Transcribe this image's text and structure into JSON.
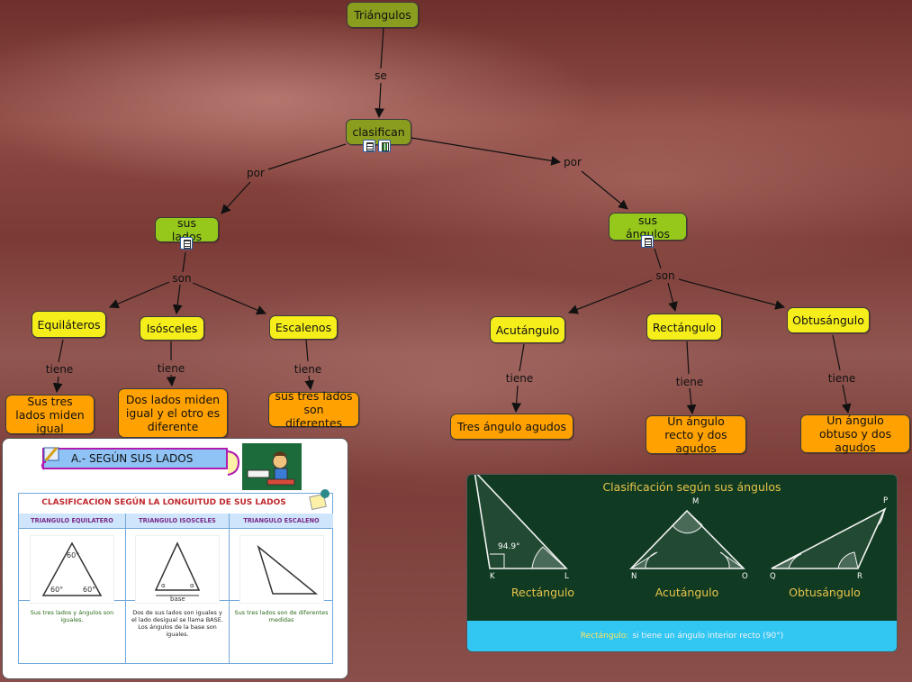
{
  "map": {
    "root": "Triángulos",
    "link_se": "se",
    "clasifican": "clasifican",
    "link_por_left": "por",
    "link_por_right": "por",
    "sus_lados": "sus lados",
    "sus_angulos": "sus ángulos",
    "link_son_left": "son",
    "link_son_right": "son",
    "equilateros": "Equiláteros",
    "isosceles": "Isósceles",
    "escalenos": "Escalenos",
    "acutangulo": "Acutángulo",
    "rectangulo": "Rectángulo",
    "obtusangulo": "Obtusángulo",
    "tiene": "tiene",
    "eq_desc": "Sus tres lados miden igual",
    "iso_desc": "Dos lados miden igual y el otro es diferente",
    "esc_desc": "sus tres lados son diferentes",
    "acu_desc": "Tres ángulo agudos",
    "rect_desc": "Un ángulo recto y dos agudos",
    "obt_desc": "Un ángulo obtuso y dos agudos"
  },
  "left_panel": {
    "banner": "A.- SEGÚN SUS LADOS",
    "caption": "CLASIFICACION SEGÚN LA LONGUITUD DE SUS LADOS",
    "columns": [
      {
        "header": "TRIANGULO EQUILATERO",
        "desc": "Sus tres lados y ángulos son iguales.",
        "angles": [
          "60°",
          "60°",
          "60°"
        ]
      },
      {
        "header": "TRIANGULO ISOSCELES",
        "desc": "Dos de sus lados son iguales y el lado desigual se llama BASE. Los ángulos de la base son iguales.",
        "base_label": "base",
        "angle_label": "α"
      },
      {
        "header": "TRIANGULO ESCALENO",
        "desc": "Sus tres lados son de diferentes medidas"
      }
    ]
  },
  "right_panel": {
    "title": "Clasificación según sus ángulos",
    "angle_value": "94.9°",
    "vertices": [
      "K",
      "L",
      "M",
      "N",
      "O",
      "P",
      "Q",
      "R"
    ],
    "labels": [
      "Rectángulo",
      "Acutángulo",
      "Obtusángulo"
    ],
    "footer_term": "Rectángulo:",
    "footer_text": "si tiene un ángulo interior recto (90°)"
  },
  "colors": {
    "root": "#8b9d1e",
    "level2": "#96c81c",
    "level3": "#f6ee1a",
    "level4": "#ffa100"
  }
}
